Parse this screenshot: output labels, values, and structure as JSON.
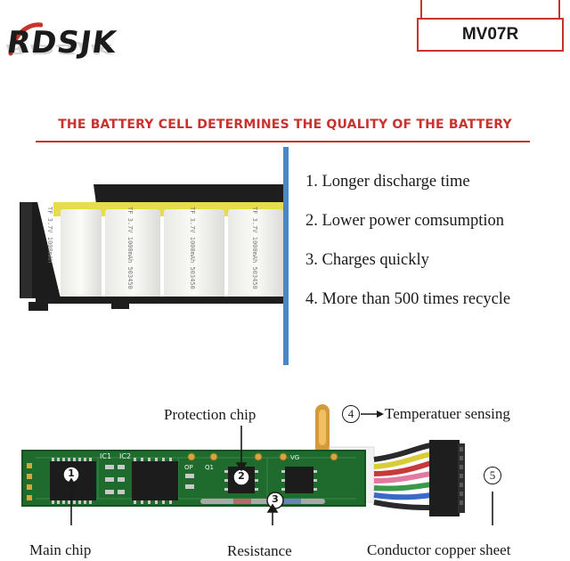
{
  "brand": {
    "logo_text": "RDSJK",
    "accent": "#c8332e"
  },
  "model_badge": "MV07R",
  "headline": "THE BATTERY CELL DETERMINES THE QUALITY OF THE BATTERY",
  "cell_print": {
    "brand": "TF",
    "voltage": "3.7V",
    "capacity": "1000mAh",
    "code": "503450"
  },
  "features": [
    "1. Longer discharge time",
    "2. Lower power comsumption",
    "3. Charges quickly",
    "4. More than 500 times recycle"
  ],
  "pcb": {
    "silk_ic1": "IC1",
    "silk_ic2": "IC2",
    "silk_op": "OP",
    "silk_q1": "Q1",
    "silk_vg": "VG",
    "markers": [
      "1",
      "2",
      "3"
    ]
  },
  "labels": {
    "protection_chip": "Protection chip",
    "temperature": "Temperatuer sensing",
    "temperature_marker": "4",
    "main_chip": "Main chip",
    "resistance": "Resistance",
    "conductor": "Conductor copper sheet",
    "conductor_marker": "5"
  }
}
